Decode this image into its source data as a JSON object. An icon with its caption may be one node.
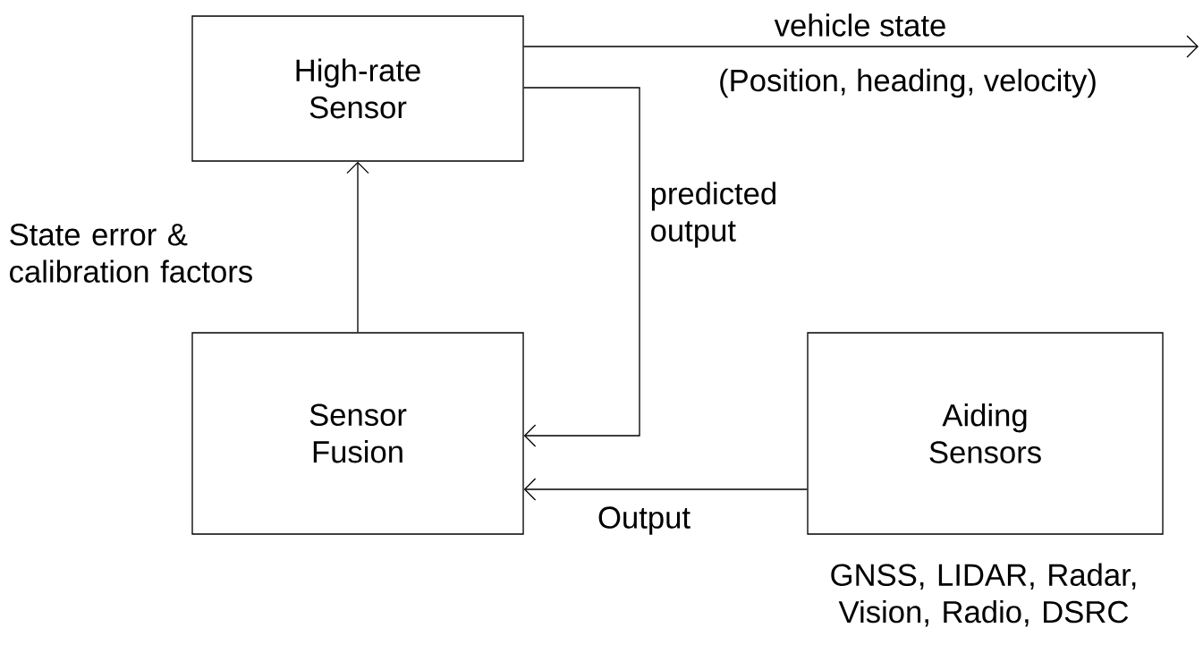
{
  "diagram": {
    "nodes": [
      {
        "text": [
          "High-rate Sensor"
        ]
      },
      {
        "text": [
          "Sensor Fusion"
        ]
      },
      {
        "text": [
          "Aiding Sensors"
        ],
        "beside": [
          "GNSS, LIDAR, Radar, Vision, Radio, DSRC"
        ]
      }
    ],
    "edges": [
      {
        "from": 0,
        "to": null,
        "arrow": "to",
        "label": "vehicle state"
      },
      {
        "from": 0,
        "to": 1,
        "arrow": "to",
        "label": "predicted output"
      },
      {
        "from": 1,
        "to": 0,
        "arrow": "to",
        "label": "State error & calibration factors"
      },
      {
        "from": 2,
        "to": 1,
        "arrow": "to",
        "label": "Output"
      }
    ],
    "labels": [
      "(Position, heading, velocity)"
    ]
  }
}
